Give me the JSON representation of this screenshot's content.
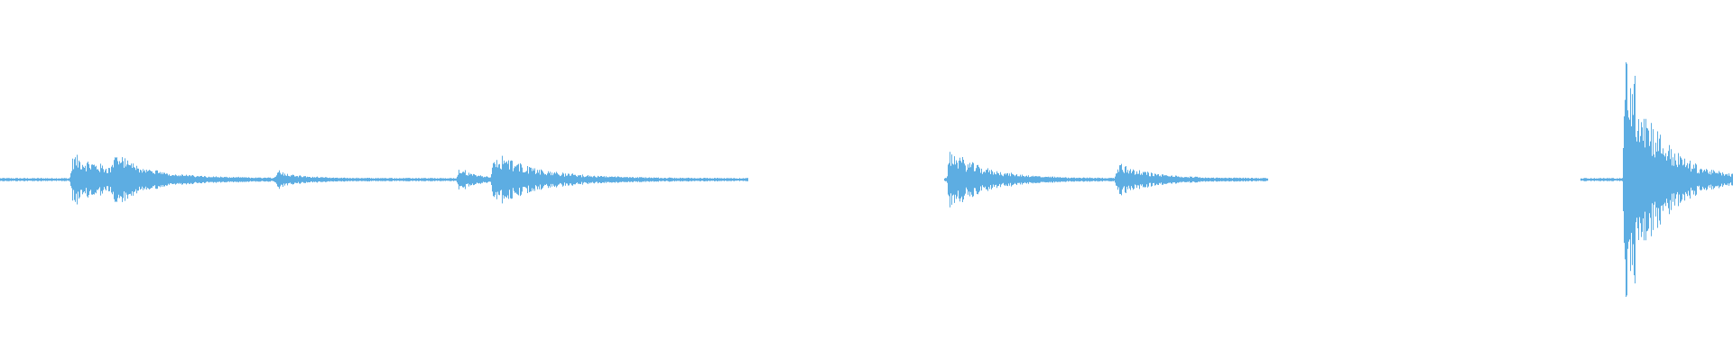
{
  "waveform": {
    "color": "#5dade2",
    "background": "#ffffff",
    "duration_fraction_visible": 1.0,
    "clips": [
      {
        "start": 0.0,
        "end": 0.432,
        "events": [
          {
            "at": 0.042,
            "amp": 0.18,
            "decay": 0.03
          },
          {
            "at": 0.066,
            "amp": 0.12,
            "decay": 0.015
          },
          {
            "at": 0.16,
            "amp": 0.06,
            "decay": 0.012
          },
          {
            "at": 0.265,
            "amp": 0.09,
            "decay": 0.008
          },
          {
            "at": 0.285,
            "amp": 0.2,
            "decay": 0.025
          }
        ]
      },
      {
        "start": 0.545,
        "end": 0.732,
        "events": [
          {
            "at": 0.548,
            "amp": 0.22,
            "decay": 0.02
          },
          {
            "at": 0.645,
            "amp": 0.12,
            "decay": 0.018
          }
        ]
      },
      {
        "start": 0.912,
        "end": 1.0,
        "events": [
          {
            "at": 0.938,
            "amp": 1.0,
            "decay": 0.018
          }
        ]
      }
    ]
  }
}
